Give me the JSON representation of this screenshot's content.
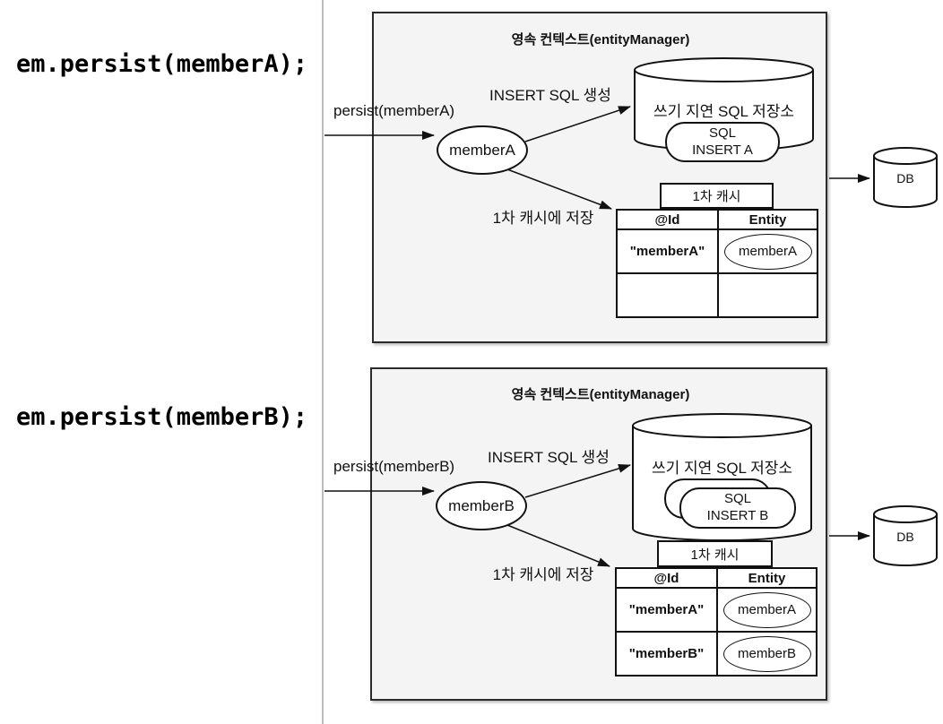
{
  "panels": [
    {
      "code": "em.persist(memberA);",
      "title": "영속 컨텍스트(entityManager)",
      "persist_label": "persist(memberA)",
      "insert_sql_label": "INSERT SQL 생성",
      "entity_ellipse": "memberA",
      "storage_title": "쓰기 지연 SQL 저장소",
      "sql_card_line1": "SQL",
      "sql_card_line2": "INSERT A",
      "cache_title": "1차 캐시",
      "save_to_cache_label": "1차 캐시에 저장",
      "table": {
        "col_id": "@Id",
        "col_entity": "Entity",
        "row1_id": "\"memberA\"",
        "row1_entity": "memberA",
        "row2_id": "",
        "row2_entity": ""
      },
      "db_label": "DB"
    },
    {
      "code": "em.persist(memberB);",
      "title": "영속 컨텍스트(entityManager)",
      "persist_label": "persist(memberB)",
      "insert_sql_label": "INSERT SQL 생성",
      "entity_ellipse": "memberB",
      "storage_title": "쓰기 지연 SQL 저장소",
      "sql_card_line1": "SQL",
      "sql_card_line2": "INSERT B",
      "cache_title": "1차 캐시",
      "save_to_cache_label": "1차 캐시에 저장",
      "table": {
        "col_id": "@Id",
        "col_entity": "Entity",
        "row1_id": "\"memberA\"",
        "row1_entity": "memberA",
        "row2_id": "\"memberB\"",
        "row2_entity": "memberB"
      },
      "db_label": "DB"
    }
  ]
}
